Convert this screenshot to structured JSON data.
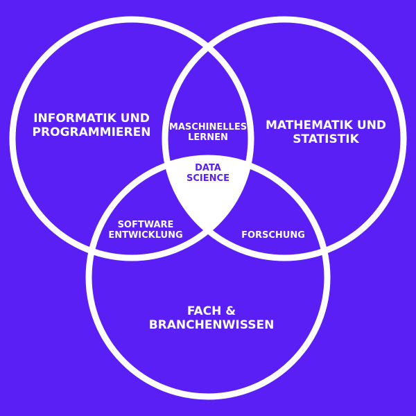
{
  "colors": {
    "background": "#5a1ff5",
    "stroke": "#ffffff",
    "center": "#ffffff",
    "center_text": "#5a1ff5"
  },
  "sets": {
    "informatik": "INFORMATIK UND\nPROGRAMMIEREN",
    "mathematik": "MATHEMATIK UND\nSTATISTIK",
    "fach": "FACH &\nBRANCHENWISSEN"
  },
  "intersections": {
    "maschinelles_lernen": "MASCHINELLES\nLERNEN",
    "software": "SOFTWARE\nENTWICKLUNG",
    "forschung": "FORSCHUNG",
    "data_science": "DATA\nSCIENCE"
  }
}
